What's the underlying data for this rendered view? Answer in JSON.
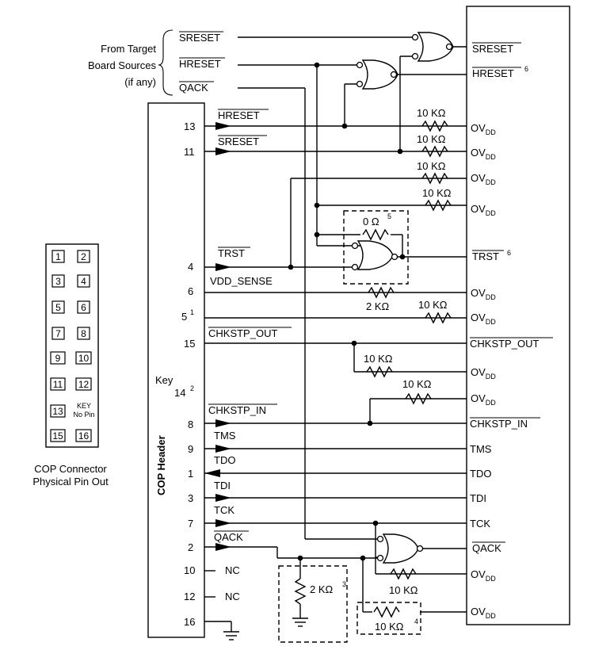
{
  "source_brace": {
    "line1": "From Target",
    "line2": "Board Sources",
    "line3": "(if any)"
  },
  "source_signals": {
    "sreset": "SRESET",
    "hreset": "HRESET",
    "qack": "QACK"
  },
  "cop_header": {
    "label": "COP Header",
    "key_label": "Key",
    "key_pin": "14",
    "key_pin_note": "2",
    "pins": [
      {
        "num": "13",
        "signal": "HRESET"
      },
      {
        "num": "11",
        "signal": "SRESET"
      },
      {
        "num": "4",
        "signal": "TRST"
      },
      {
        "num": "6",
        "signal": "VDD_SENSE"
      },
      {
        "num": "5",
        "note": "1",
        "signal": ""
      },
      {
        "num": "15",
        "signal": "CHKSTP_OUT"
      },
      {
        "num": "8",
        "signal": "CHKSTP_IN"
      },
      {
        "num": "9",
        "signal": "TMS"
      },
      {
        "num": "1",
        "signal": "TDO"
      },
      {
        "num": "3",
        "signal": "TDI"
      },
      {
        "num": "7",
        "signal": "TCK"
      },
      {
        "num": "2",
        "signal": "QACK"
      },
      {
        "num": "10",
        "signal": "NC"
      },
      {
        "num": "12",
        "signal": "NC"
      },
      {
        "num": "16",
        "signal": ""
      }
    ]
  },
  "processor_pins": {
    "sreset": "SRESET",
    "hreset": "HRESET",
    "hreset_note": "6",
    "ovdd_base": "OV",
    "ovdd_sub": "DD",
    "trst": "TRST",
    "trst_note": "6",
    "chkstp_out": "CHKSTP_OUT",
    "chkstp_in": "CHKSTP_IN",
    "tms": "TMS",
    "tdo": "TDO",
    "tdi": "TDI",
    "tck": "TCK",
    "qack": "QACK"
  },
  "resistors": {
    "r10k": "10 KΩ",
    "r0": "0 Ω",
    "r0_note": "5",
    "r2k": "2 KΩ",
    "r2k_note": "3",
    "r10k_note": "4"
  },
  "pinout": {
    "cells": [
      "1",
      "2",
      "3",
      "4",
      "5",
      "6",
      "7",
      "8",
      "9",
      "10",
      "11",
      "12",
      "13",
      "KEY",
      "15",
      "16"
    ],
    "key_sub": "No Pin",
    "caption1": "COP Connector",
    "caption2": "Physical Pin Out"
  }
}
